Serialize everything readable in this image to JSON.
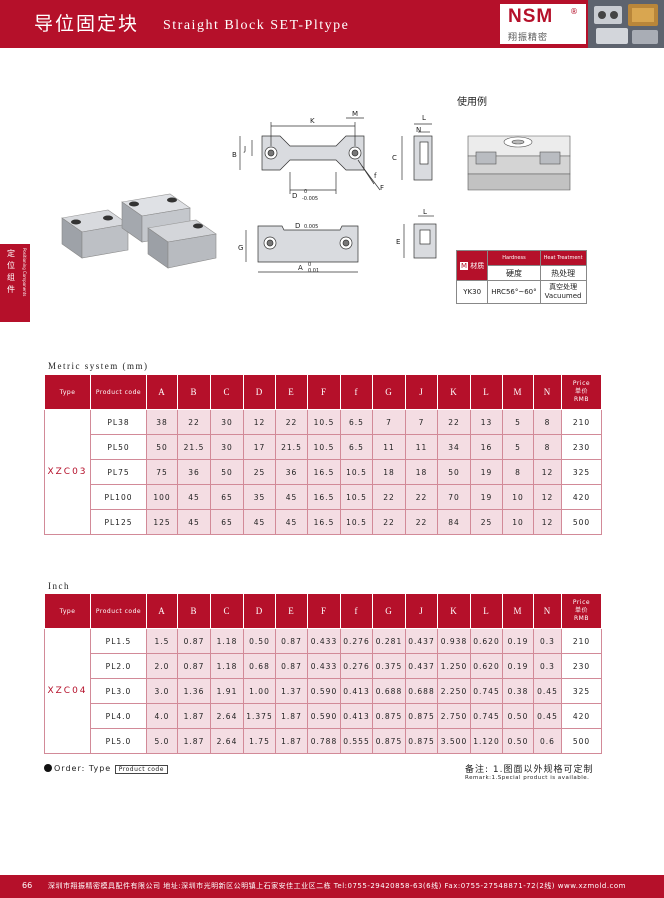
{
  "header": {
    "title_cn": "导位固定块",
    "title_en": "Straight Block SET-Pltype",
    "logo": "NSM",
    "logo_reg": "®",
    "logo_cn": "翔振精密"
  },
  "side_tab": {
    "cn": "定位组件",
    "en": "Positioning Components"
  },
  "diagram": {
    "usage_label": "使用例",
    "labels": {
      "K": "K",
      "M": "M",
      "B": "B",
      "J": "J",
      "N": "N",
      "L": "L",
      "C": "C",
      "G": "G",
      "E": "E",
      "f": "f",
      "F": "F",
      "D_dim": "D",
      "D_tol_top": "0",
      "D_tol_bot": "-0.005",
      "D2_dim": "D",
      "D2_tol": "0.005",
      "A_dim": "A",
      "A_tol_top": "0",
      "A_tol_bot": "0.01"
    }
  },
  "material": {
    "cell_label": "材质",
    "m_icon": "M",
    "hardness_en": "Hardness",
    "heat_en": "Heat Treatment",
    "hardness_cn": "硬度",
    "heat_cn": "热处理",
    "material": "YK30",
    "hardness": "HRC56°~60°",
    "heat_line1": "真空处理",
    "heat_line2": "Vacuumed"
  },
  "metric": {
    "title": "Metric system (mm)",
    "headers": {
      "type": "Type",
      "code": "Product code",
      "cols": [
        "A",
        "B",
        "C",
        "D",
        "E",
        "F",
        "f",
        "G",
        "J",
        "K",
        "L",
        "M",
        "N"
      ],
      "price_en": "Price",
      "price_cn": "单价",
      "price_unit": "RMB"
    },
    "type_value": "XZC03",
    "rows": [
      {
        "code": "PL38",
        "vals": [
          "38",
          "22",
          "30",
          "12",
          "22",
          "10.5",
          "6.5",
          "7",
          "7",
          "22",
          "13",
          "5",
          "8"
        ],
        "price": "210"
      },
      {
        "code": "PL50",
        "vals": [
          "50",
          "21.5",
          "30",
          "17",
          "21.5",
          "10.5",
          "6.5",
          "11",
          "11",
          "34",
          "16",
          "5",
          "8"
        ],
        "price": "230"
      },
      {
        "code": "PL75",
        "vals": [
          "75",
          "36",
          "50",
          "25",
          "36",
          "16.5",
          "10.5",
          "18",
          "18",
          "50",
          "19",
          "8",
          "12"
        ],
        "price": "325"
      },
      {
        "code": "PL100",
        "vals": [
          "100",
          "45",
          "65",
          "35",
          "45",
          "16.5",
          "10.5",
          "22",
          "22",
          "70",
          "19",
          "10",
          "12"
        ],
        "price": "420"
      },
      {
        "code": "PL125",
        "vals": [
          "125",
          "45",
          "65",
          "45",
          "45",
          "16.5",
          "10.5",
          "22",
          "22",
          "84",
          "25",
          "10",
          "12"
        ],
        "price": "500"
      }
    ]
  },
  "inch": {
    "title": "Inch",
    "headers": {
      "type": "Type",
      "code": "Product code",
      "cols": [
        "A",
        "B",
        "C",
        "D",
        "E",
        "F",
        "f",
        "G",
        "J",
        "K",
        "L",
        "M",
        "N"
      ],
      "price_en": "Price",
      "price_cn": "单价",
      "price_unit": "RMB"
    },
    "type_value": "XZC04",
    "rows": [
      {
        "code": "PL1.5",
        "vals": [
          "1.5",
          "0.87",
          "1.18",
          "0.50",
          "0.87",
          "0.433",
          "0.276",
          "0.281",
          "0.437",
          "0.938",
          "0.620",
          "0.19",
          "0.3"
        ],
        "price": "210"
      },
      {
        "code": "PL2.0",
        "vals": [
          "2.0",
          "0.87",
          "1.18",
          "0.68",
          "0.87",
          "0.433",
          "0.276",
          "0.375",
          "0.437",
          "1.250",
          "0.620",
          "0.19",
          "0.3"
        ],
        "price": "230"
      },
      {
        "code": "PL3.0",
        "vals": [
          "3.0",
          "1.36",
          "1.91",
          "1.00",
          "1.37",
          "0.590",
          "0.413",
          "0.688",
          "0.688",
          "2.250",
          "0.745",
          "0.38",
          "0.45"
        ],
        "price": "325"
      },
      {
        "code": "PL4.0",
        "vals": [
          "4.0",
          "1.87",
          "2.64",
          "1.375",
          "1.87",
          "0.590",
          "0.413",
          "0.875",
          "0.875",
          "2.750",
          "0.745",
          "0.50",
          "0.45"
        ],
        "price": "420"
      },
      {
        "code": "PL5.0",
        "vals": [
          "5.0",
          "1.87",
          "2.64",
          "1.75",
          "1.87",
          "0.788",
          "0.555",
          "0.875",
          "0.875",
          "3.500",
          "1.120",
          "0.50",
          "0.6"
        ],
        "price": "500"
      }
    ]
  },
  "order": {
    "label": "Order: Type",
    "box": "Product code"
  },
  "remark": {
    "cn": "备注: 1.图面以外规格可定制",
    "en": "Remark:1.Special product is available."
  },
  "footer": {
    "page": "66",
    "text": "深圳市翔振精密模具配件有限公司    地址:深圳市光明新区公明镇上石家安佳工业区二栋    Tel:0755-29420858-63(6线)    Fax:0755-27548871-72(2线)    www.xzmold.com"
  }
}
